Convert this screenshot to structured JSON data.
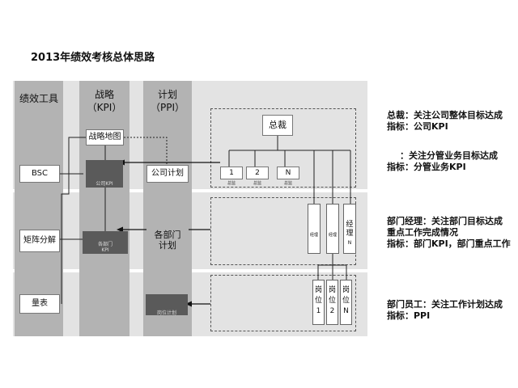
{
  "title": "2013年绩效考核总体思路",
  "columns": {
    "tools": "绩效工具",
    "strategy": [
      "战略",
      "（KPI）"
    ],
    "plan": [
      "计划",
      "（PPI）"
    ]
  },
  "tools": [
    "BSC",
    "矩阵分解",
    "量表"
  ],
  "strategy_boxes": {
    "map": "战略地图",
    "company_kpi": "公司KPI",
    "dept_kpi": [
      "各部门",
      "KPI"
    ]
  },
  "plan_boxes": {
    "company_plan": "公司计划",
    "dept_plan": [
      "各部门",
      "计划"
    ],
    "post_plan": "岗位计划"
  },
  "org": {
    "president": "总裁",
    "vps": [
      "1",
      "2",
      "N"
    ],
    "vp_caption": "总监",
    "managers": [
      "经理",
      "经理",
      "经理"
    ],
    "manager_n": "N",
    "posts": [
      [
        "岗",
        "位",
        "1"
      ],
      [
        "岗",
        "位",
        "2"
      ],
      [
        "岗",
        "位",
        "N"
      ]
    ]
  },
  "right_text": {
    "president": [
      "总裁：关注公司整体目标达成",
      "指标：公司KPI"
    ],
    "vp": [
      "：关注分管业务目标达成",
      "指标：分管业务KPI"
    ],
    "manager": [
      "部门经理：关注部门目标达成",
      "重点工作完成情况",
      "指标：部门KPI，部门重点工作"
    ],
    "staff": [
      "部门员工：关注工作计划达成",
      "指标：PPI"
    ]
  }
}
